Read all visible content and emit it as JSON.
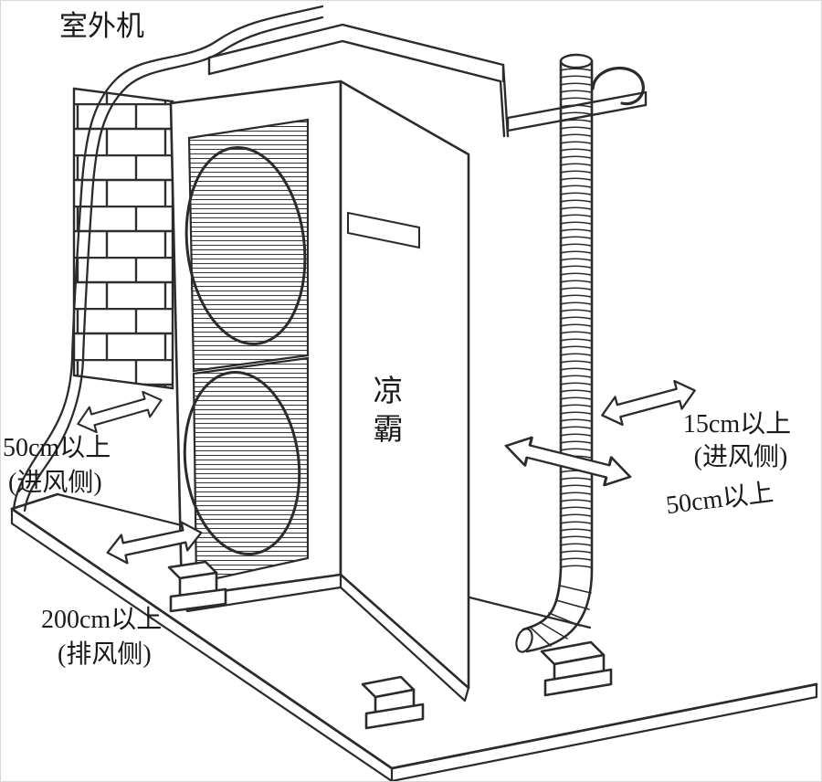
{
  "labels": {
    "title": "室外机",
    "brand": {
      "char1": "凉",
      "char2": "霸"
    }
  },
  "clearances": {
    "left_intake": {
      "value": "50cm以上",
      "side": "(进风侧)"
    },
    "exhaust": {
      "value": "200cm以上",
      "side": "(排风侧)"
    },
    "right_intake": {
      "value": "15cm以上",
      "side": "(进风侧)"
    },
    "right_rear": {
      "value": "50cm以上"
    }
  },
  "colors": {
    "line": "#2b2b2b",
    "background": "#ffffff"
  }
}
